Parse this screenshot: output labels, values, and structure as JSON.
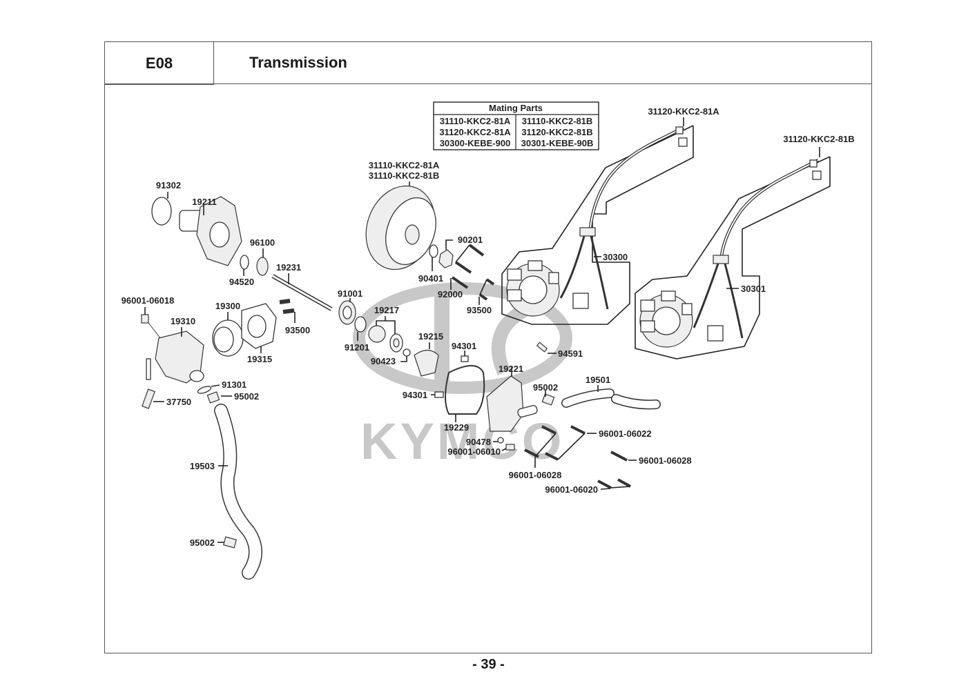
{
  "header": {
    "section_code": "E08",
    "title": "Transmission"
  },
  "mating_parts": {
    "title": "Mating Parts",
    "rows": [
      [
        "31110-KKC2-81A",
        "31110-KKC2-81B"
      ],
      [
        "31120-KKC2-81A",
        "31120-KKC2-81B"
      ],
      [
        "30300-KEBE-900",
        "30301-KEBE-90B"
      ]
    ]
  },
  "watermark": "KYMCO",
  "part_labels": {
    "flywheel_a": "31110-KKC2-81A",
    "flywheel_b": "31110-KKC2-81B",
    "stator_harness_a": "31120-KKC2-81A",
    "stator_harness_b": "31120-KKC2-81B",
    "stator_a": "30300",
    "stator_b": "30301",
    "p91302": "91302",
    "p19211": "19211",
    "p96100": "96100",
    "p94520": "94520",
    "p19231": "19231",
    "p96001_06018": "96001-06018",
    "p19300": "19300",
    "p19310": "19310",
    "p93500_left": "93500",
    "p19315": "19315",
    "p91001": "91001",
    "p19217": "19217",
    "p91201": "91201",
    "p90423": "90423",
    "p19215": "19215",
    "p94301_top": "94301",
    "p94301_bottom": "94301",
    "p90201": "90201",
    "p90401": "90401",
    "p92000": "92000",
    "p93500_right": "93500",
    "p94591": "94591",
    "p19221": "19221",
    "p19229": "19229",
    "p95002_mid": "95002",
    "p19501": "19501",
    "p90478": "90478",
    "p96001_06010": "96001-06010",
    "p96001_06022": "96001-06022",
    "p96001_06028_a": "96001-06028",
    "p96001_06028_b": "96001-06028",
    "p96001_06020": "96001-06020",
    "p91301": "91301",
    "p95002_top": "95002",
    "p37750": "37750",
    "p19503": "19503",
    "p95002_bottom": "95002"
  },
  "footer": {
    "page_number": "- 39 -"
  }
}
